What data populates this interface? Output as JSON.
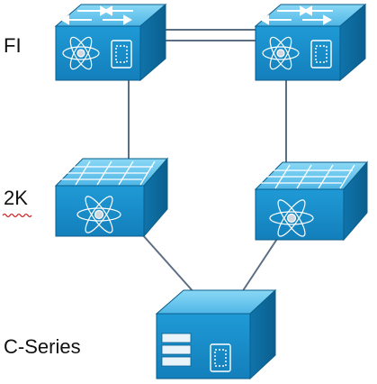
{
  "labels": {
    "fi": "FI",
    "twok": "2K",
    "cseries": "C-Series"
  },
  "colors": {
    "top": "#6fcbef",
    "front": "#1a8fc9",
    "side": "#0d6fa3",
    "edge": "#0b5e8c",
    "glyph": "#ffffff",
    "link": "#5c6f82",
    "squiggle": "#d12020"
  },
  "devices": [
    {
      "id": "fi-a",
      "kind": "fabric-interconnect"
    },
    {
      "id": "fi-b",
      "kind": "fabric-interconnect"
    },
    {
      "id": "fex-a",
      "kind": "fabric-extender"
    },
    {
      "id": "fex-b",
      "kind": "fabric-extender"
    },
    {
      "id": "server",
      "kind": "c-series-server"
    }
  ]
}
